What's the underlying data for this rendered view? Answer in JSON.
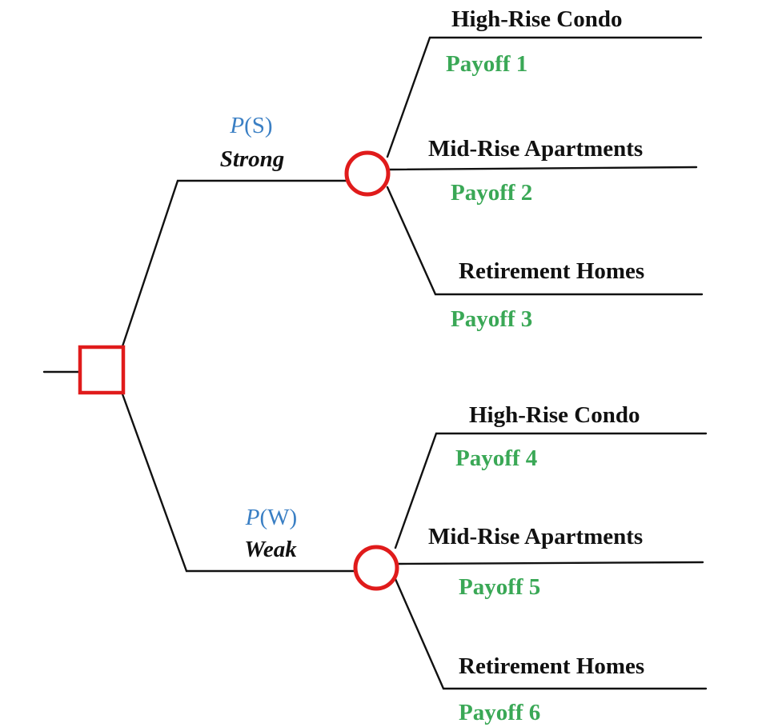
{
  "colors": {
    "line": "#111111",
    "node": "#e01b1b",
    "payoff": "#3aa856",
    "probability": "#3a7fc4"
  },
  "decision_node": {
    "shape": "square"
  },
  "chance_nodes": [
    {
      "probability_symbol": "P",
      "probability_arg": "(S)",
      "state_label": "Strong",
      "options": [
        {
          "label": "High-Rise Condo",
          "payoff": "Payoff 1"
        },
        {
          "label": "Mid-Rise Apartments",
          "payoff": "Payoff 2"
        },
        {
          "label": "Retirement Homes",
          "payoff": "Payoff 3"
        }
      ]
    },
    {
      "probability_symbol": "P",
      "probability_arg": "(W)",
      "state_label": "Weak",
      "options": [
        {
          "label": "High-Rise Condo",
          "payoff": "Payoff 4"
        },
        {
          "label": "Mid-Rise Apartments",
          "payoff": "Payoff 5"
        },
        {
          "label": "Retirement Homes",
          "payoff": "Payoff 6"
        }
      ]
    }
  ]
}
